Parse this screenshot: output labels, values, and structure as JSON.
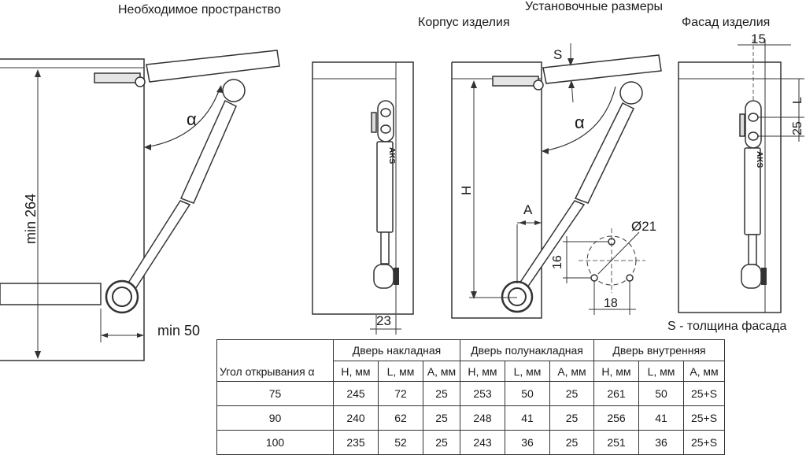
{
  "titles": {
    "required_space": "Необходимое пространство",
    "mounting_dimensions": "Установочные размеры",
    "cabinet_body": "Корпус изделия",
    "cabinet_front": "Фасад изделия"
  },
  "dimensions": {
    "min_264": "min 264",
    "min_50": "min 50",
    "d23": "23",
    "h": "H",
    "a": "A",
    "s": "S",
    "alpha": "α",
    "d21": "Ø21",
    "d16": "16",
    "d18": "18",
    "d15": "15",
    "l": "L",
    "d25": "25",
    "brand": "AKS"
  },
  "note": "S - толщина фасада",
  "table": {
    "corner_label": "Угол открывания α",
    "groups": [
      "Дверь накладная",
      "Дверь полунакладная",
      "Дверь внутренняя"
    ],
    "subheaders": [
      "H, мм",
      "L, мм",
      "A, мм",
      "H, мм",
      "L, мм",
      "A, мм",
      "H, мм",
      "L, мм",
      "A, мм"
    ],
    "rows": [
      {
        "angle": "75",
        "cells": [
          "245",
          "72",
          "25",
          "253",
          "50",
          "25",
          "261",
          "50",
          "25+S"
        ]
      },
      {
        "angle": "90",
        "cells": [
          "240",
          "62",
          "25",
          "248",
          "41",
          "25",
          "256",
          "41",
          "25+S"
        ]
      },
      {
        "angle": "100",
        "cells": [
          "235",
          "52",
          "25",
          "243",
          "36",
          "25",
          "251",
          "36",
          "25+S"
        ]
      }
    ]
  }
}
